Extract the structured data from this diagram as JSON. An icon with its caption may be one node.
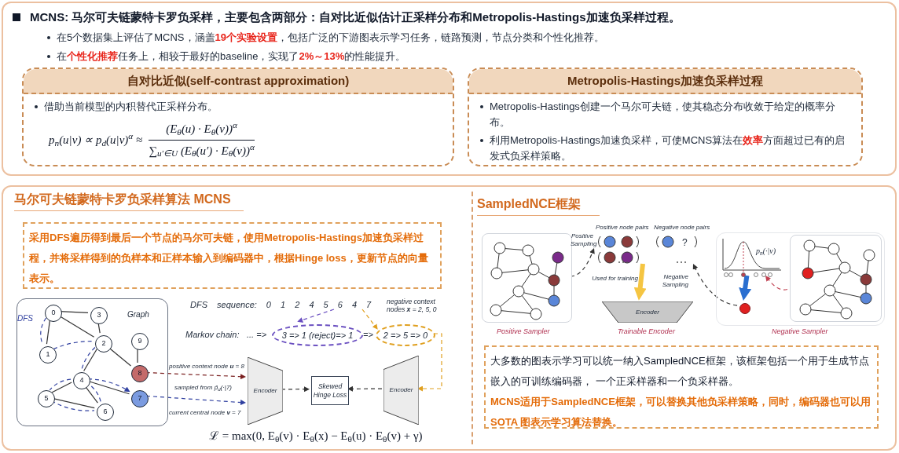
{
  "diagram": {
    "nodes": [
      {
        "text": [
          "MCNS: 马尔可夫链蒙特卡罗负采样，主要包含两部分：自对比近似估计正采样分布和Metropolis-Hastings加速负采样过程。",
          "在5个数据集上评估了MCNS，涵盖**19个实验设置**，包括广泛的下游图表示学习任务，链路预测，节点分类和个性化推荐。",
          "在**个性化推荐**任务上，相较于最好的baseline，实现了**2%～13%**的性能提升。"
        ]
      },
      {
        "text": [
          "自对比近似(self-contrast approximation)",
          "借助当前模型的内积替代正采样分布。",
          "p$_{n}$(u|v) ∝ p$_{d}$(u|v)$^{α}$ ≈",
          "(E$_{θ}$(u) · E$_{θ}$(v))$^{α}$",
          "∑$_{u′∈U}$ (E$_{θ}$(u′) · E$_{θ}$(v))$^{α}$"
        ],
        "in": 0
      },
      {
        "text": [
          "Metropolis-Hastings加速负采样过程",
          "Metropolis-Hastings创建一个马尔可夫链，使其稳态分布收敛于给定的概率分布。",
          "利用Metropolis-Hastings加速负采样，可使MCNS算法在**效率**方面超过已有的启发式负采样策略。"
        ],
        "in": 0
      },
      {
        "text": [],
        "shape": "box"
      },
      {
        "text": [
          "采用DFS遍历得到最后一个节点的马尔可夫链，使用Metropolis-Hastings加速负采样过程，并将采样得到的负样本和正样本输入到编码器中，根据Hinge loss，更新节点的向量表示。"
        ],
        "in": 3
      },
      {
        "text": [
          "Graph"
        ],
        "in": 3
      },
      {
        "text": [
          "0"
        ],
        "in": 5
      },
      {
        "text": [
          "3"
        ],
        "in": 5
      },
      {
        "text": [
          "9"
        ],
        "in": 5
      },
      {
        "text": [
          "2"
        ],
        "in": 5
      },
      {
        "text": [
          "1"
        ],
        "in": 5
      },
      {
        "text": [
          "8"
        ],
        "in": 5
      },
      {
        "text": [
          "4"
        ],
        "in": 5
      },
      {
        "text": [
          "5"
        ],
        "in": 5
      },
      {
        "text": [
          "7"
        ],
        "in": 5
      },
      {
        "text": [
          "6"
        ],
        "in": 5
      },
      {
        "text": [
          "DFS sequence: 0 1 2 4 5 6 4 7"
        ],
        "in": 3
      },
      {
        "text": [
          "3 => 1 (reject)=> 1"
        ],
        "in": 3
      },
      {
        "text": [
          "2 => 5 => 0"
        ],
        "in": 3
      },
      {
        "text": [
          "Encoder"
        ],
        "in": 3
      },
      {
        "text": [
          "Skewed Hinge Loss"
        ],
        "in": 3
      },
      {
        "text": [
          "Encoder"
        ],
        "in": 3
      },
      {
        "text": [],
        "shape": "picture",
        "in": 3,
        "beside": [
          "Positive Sampler"
        ]
      },
      {
        "text": [
          "Positive node pairs"
        ],
        "in": 3
      },
      {
        "text": [
          "Negative node pairs",
          "?"
        ],
        "in": 3
      },
      {
        "text": [
          "Encoder"
        ],
        "in": 3,
        "beside": [
          "Trainable Encoder"
        ]
      },
      {
        "text": [],
        "shape": "box",
        "in": 3,
        "beside": [
          "Negative Sampler"
        ]
      },
      {
        "text": [
          "p$_{n}$(·|v)"
        ],
        "in": 26
      },
      {
        "text": [],
        "shape": "circle",
        "in": 26
      },
      {
        "text": [],
        "shape": "picture",
        "in": 26
      },
      {
        "text": [
          "大多数的图表示学习可以统一纳入SampledNCE框架，该框架包括一个用于生成节点嵌入的可训练编码器， 一个正采样器和一个负采样器。",
          "MCNS适用于SampledNCE框架，可以替换其他负采样策略，同时，编码器也可以用SOTA 图表示学习算法替换。"
        ],
        "in": 3
      }
    ],
    "edges": [
      {
        "from": 6,
        "to": 7,
        "arrow": "none"
      },
      {
        "from": 6,
        "to": 9,
        "arrow": "none"
      },
      {
        "from": 6,
        "to": 10,
        "arrow": "none"
      },
      {
        "from": 7,
        "to": 9,
        "arrow": "none"
      },
      {
        "from": 9,
        "to": 11,
        "arrow": "none"
      },
      {
        "from": 8,
        "to": 11,
        "arrow": "none"
      },
      {
        "from": 9,
        "to": 12,
        "arrow": "none"
      },
      {
        "from": 12,
        "to": 13,
        "arrow": "none"
      },
      {
        "from": 12,
        "to": 15,
        "arrow": "none"
      },
      {
        "from": 12,
        "to": 14,
        "arrow": "none"
      },
      {
        "from": 13,
        "to": 15,
        "arrow": "none"
      },
      {
        "from": 6,
        "to": 10,
        "arrow": "none",
        "style": "dashed",
        "color": "#3040a0"
      },
      {
        "from": 10,
        "to": 9,
        "arrow": "none",
        "style": "dashed",
        "color": "#3040a0"
      },
      {
        "from": 9,
        "to": 12,
        "arrow": "none",
        "style": "dashed",
        "color": "#3040a0"
      },
      {
        "from": 12,
        "to": 13,
        "arrow": "none",
        "style": "dashed",
        "color": "#3040a0"
      },
      {
        "from": 13,
        "to": 15,
        "arrow": "none",
        "style": "dashed",
        "color": "#3040a0"
      },
      {
        "from": 15,
        "to": 12,
        "arrow": "none",
        "style": "dashed",
        "color": "#3040a0"
      },
      {
        "from": 12,
        "to": 14,
        "arrow": "to",
        "style": "dashed",
        "color": "#3040a0"
      },
      {
        "from": 16,
        "to": 17,
        "arrow": "to",
        "style": "dashed",
        "color": "#6a4fc0"
      },
      {
        "from": 16,
        "to": 18,
        "arrow": "to",
        "style": "dashed",
        "color": "#e0a020"
      },
      {
        "from": 18,
        "to": 21,
        "arrow": "to",
        "style": "dashed",
        "color": "#e0a020"
      },
      {
        "from": 11,
        "to": 19,
        "arrow": "to",
        "style": "dashed",
        "color": "#7a2020"
      },
      {
        "from": 14,
        "to": 19,
        "arrow": "to",
        "style": "dashed",
        "color": "#3040a0"
      },
      {
        "from": 19,
        "to": 20,
        "arrow": "to",
        "style": "dashed"
      },
      {
        "from": 21,
        "to": 20,
        "arrow": "to",
        "style": "dashed"
      },
      {
        "from": 22,
        "to": 23,
        "arrow": "to",
        "style": "dashed",
        "label": "Positive Sampling"
      },
      {
        "from": 23,
        "to": 25,
        "arrow": "to",
        "style": "thick",
        "color": "#f5c542",
        "label": "Used for training"
      },
      {
        "from": 28,
        "to": 24,
        "arrow": "to",
        "style": "dashed",
        "label": "Negative Sampling"
      },
      {
        "from": 29,
        "to": 27,
        "arrow": "to",
        "style": "dashed",
        "color": "#c04050"
      },
      {
        "from": 27,
        "to": 28,
        "arrow": "to",
        "style": "thick",
        "color": "#2a6fd0"
      }
    ],
    "labels": [
      "马尔可夫链蒙特卡罗负采样算法 MCNS",
      "SampledNCE框架",
      "negative context nodes **x** = 2, 5, 0",
      "DFS",
      "Markov chain:",
      "... =>",
      "=>",
      "positive context node **u** = 8",
      "sampled from p̂$_{d}$(·|7)",
      "current central node **v** = 7",
      "ℒ = max(0, E$_{θ}$(v) · E$_{θ}$(x) − E$_{θ}$(u) · E$_{θ}$(v) + γ)"
    ]
  }
}
